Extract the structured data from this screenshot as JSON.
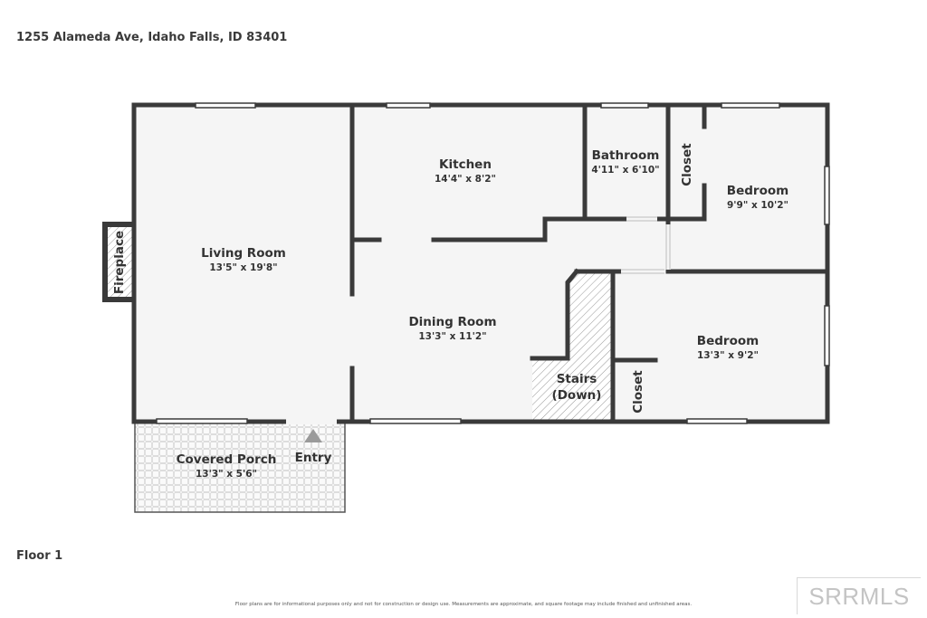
{
  "header": {
    "address": "1255 Alameda Ave, Idaho Falls, ID 83401"
  },
  "footer": {
    "floor_label": "Floor 1",
    "disclaimer": "Floor plans are for informational purposes only and not for construction or design use. Measurements are approximate, and square footage may include finished and unfinished areas.",
    "watermark": "SRRMLS"
  },
  "colors": {
    "wall": "#3a3a3a",
    "floor": "#f5f5f5",
    "text": "#333333",
    "hatch": "#9a9a9a"
  },
  "rooms": {
    "living_room": {
      "name": "Living Room",
      "dims": "13'5\" x 19'8\""
    },
    "kitchen": {
      "name": "Kitchen",
      "dims": "14'4\" x 8'2\""
    },
    "bathroom": {
      "name": "Bathroom",
      "dims": "4'11\" x 6'10\""
    },
    "closet_upper": {
      "name": "Closet"
    },
    "bedroom_upper": {
      "name": "Bedroom",
      "dims": "9'9\" x 10'2\""
    },
    "dining_room": {
      "name": "Dining Room",
      "dims": "13'3\" x 11'2\""
    },
    "bedroom_lower": {
      "name": "Bedroom",
      "dims": "13'3\" x 9'2\""
    },
    "stairs": {
      "name": "Stairs",
      "sub": "(Down)"
    },
    "closet_lower": {
      "name": "Closet"
    },
    "fireplace": {
      "name": "Fireplace"
    },
    "covered_porch": {
      "name": "Covered Porch",
      "dims": "13'3\" x 5'6\""
    },
    "entry": {
      "name": "Entry"
    }
  }
}
